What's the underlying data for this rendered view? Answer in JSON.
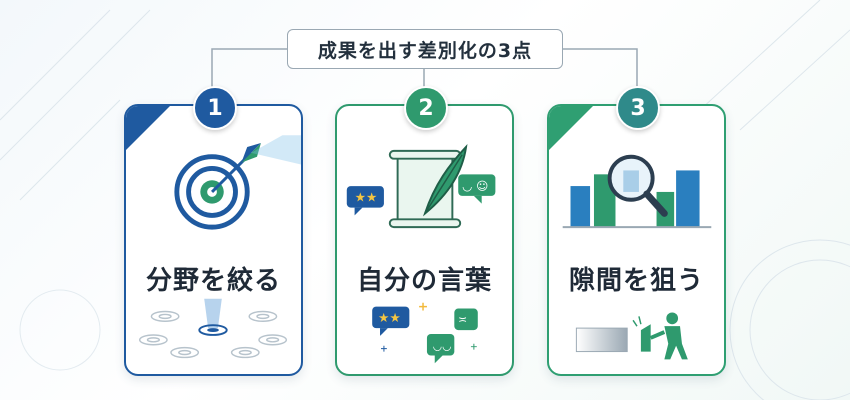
{
  "header": {
    "title": "成果を出す差別化の3点"
  },
  "cards": [
    {
      "number": "1",
      "label": "分野を絞る",
      "icon": "target-icon",
      "accent": "#1f5aa0"
    },
    {
      "number": "2",
      "label": "自分の言葉",
      "icon": "quill-scroll-icon",
      "accent": "#2f9a6e"
    },
    {
      "number": "3",
      "label": "隙間を狙う",
      "icon": "magnifier-city-icon",
      "accent": "#2f9f72"
    }
  ]
}
